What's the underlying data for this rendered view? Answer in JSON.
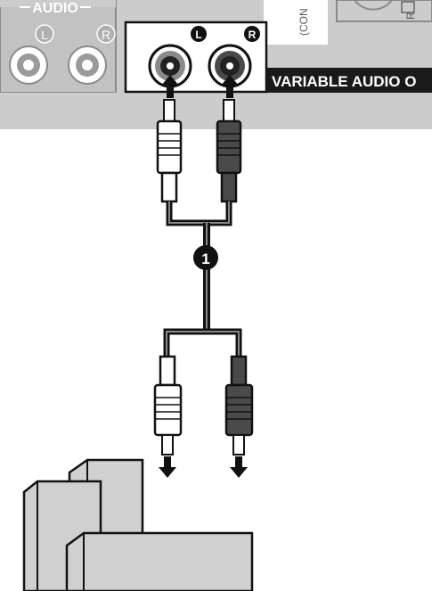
{
  "panel": {
    "audio_label": "AUDIO",
    "left_label": "L",
    "right_label": "R",
    "component_label": "(CON",
    "r_port_label": "R"
  },
  "callout": {
    "variable_audio_label": "VARIABLE AUDIO O",
    "left_marker": "L",
    "right_marker": "R"
  },
  "cable": {
    "step_number": "1"
  },
  "colors": {
    "panel": "#cccccc",
    "panel_dark": "#9a9a9a",
    "jack_red": "#4a4a4a",
    "label_bg": "#1a1a1a",
    "device": "#d0d0d0",
    "line": "#111111"
  },
  "icons": [
    "rca-jack-icon",
    "rca-plug-white-icon",
    "rca-plug-red-icon",
    "arrow-up-icon",
    "arrow-down-icon",
    "audio-device-icon"
  ]
}
